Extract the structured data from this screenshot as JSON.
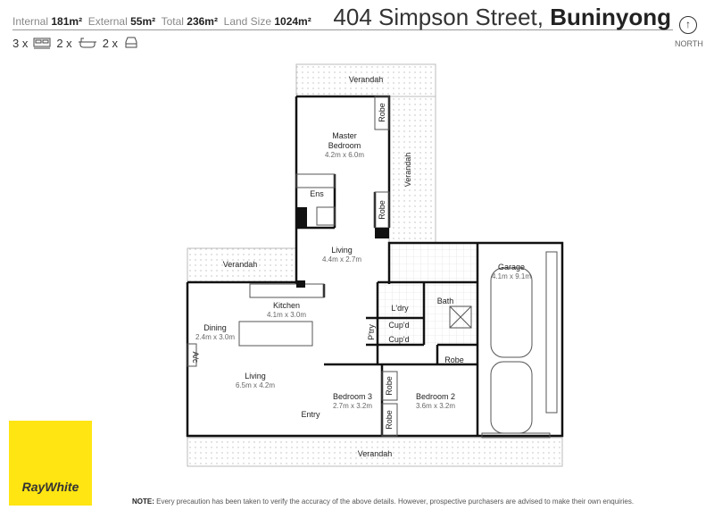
{
  "header": {
    "stats": [
      {
        "label": "Internal",
        "value": "181m²"
      },
      {
        "label": "External",
        "value": "55m²"
      },
      {
        "label": "Total",
        "value": "236m²"
      },
      {
        "label": "Land Size",
        "value": "1024m²"
      }
    ],
    "features": [
      {
        "count": "3 x",
        "icon": "bed-icon"
      },
      {
        "count": "2 x",
        "icon": "bath-icon"
      },
      {
        "count": "2 x",
        "icon": "car-icon"
      }
    ],
    "address_street": "404 Simpson Street,",
    "address_suburb": "Buninyong",
    "north_label": "NORTH"
  },
  "rooms": {
    "verandah_top": "Verandah",
    "verandah_right": "Verandah",
    "verandah_left": "Verandah",
    "verandah_bottom": "Verandah",
    "master_name": "Master",
    "master_name2": "Bedroom",
    "master_dim": "4.2m x 6.0m",
    "robe1": "Robe",
    "robe2": "Robe",
    "robe3": "Robe",
    "robe4": "Robe",
    "robe5": "Robe",
    "ens": "Ens",
    "living_top": "Living",
    "living_top_dim": "4.4m x 2.7m",
    "kitchen": "Kitchen",
    "kitchen_dim": "4.1m x 3.0m",
    "dining": "Dining",
    "dining_dim": "2.4m x 3.0m",
    "living": "Living",
    "living_dim": "6.5m x 4.2m",
    "ac": "A/c",
    "entry": "Entry",
    "ldry": "L'dry",
    "bath": "Bath",
    "ptry": "P'try",
    "cupd1": "Cup'd",
    "cupd2": "Cup'd",
    "bed3": "Bedroom 3",
    "bed3_dim": "2.7m x 3.2m",
    "bed2": "Bedroom 2",
    "bed2_dim": "3.6m x 3.2m",
    "garage": "Garage",
    "garage_dim": "4.1m x 9.1m"
  },
  "logo": "RayWhite",
  "note": {
    "prefix": "NOTE:",
    "text": " Every precaution has been taken to verify the accuracy of the above details. However, prospective purchasers are advised to make their own enquiries."
  }
}
